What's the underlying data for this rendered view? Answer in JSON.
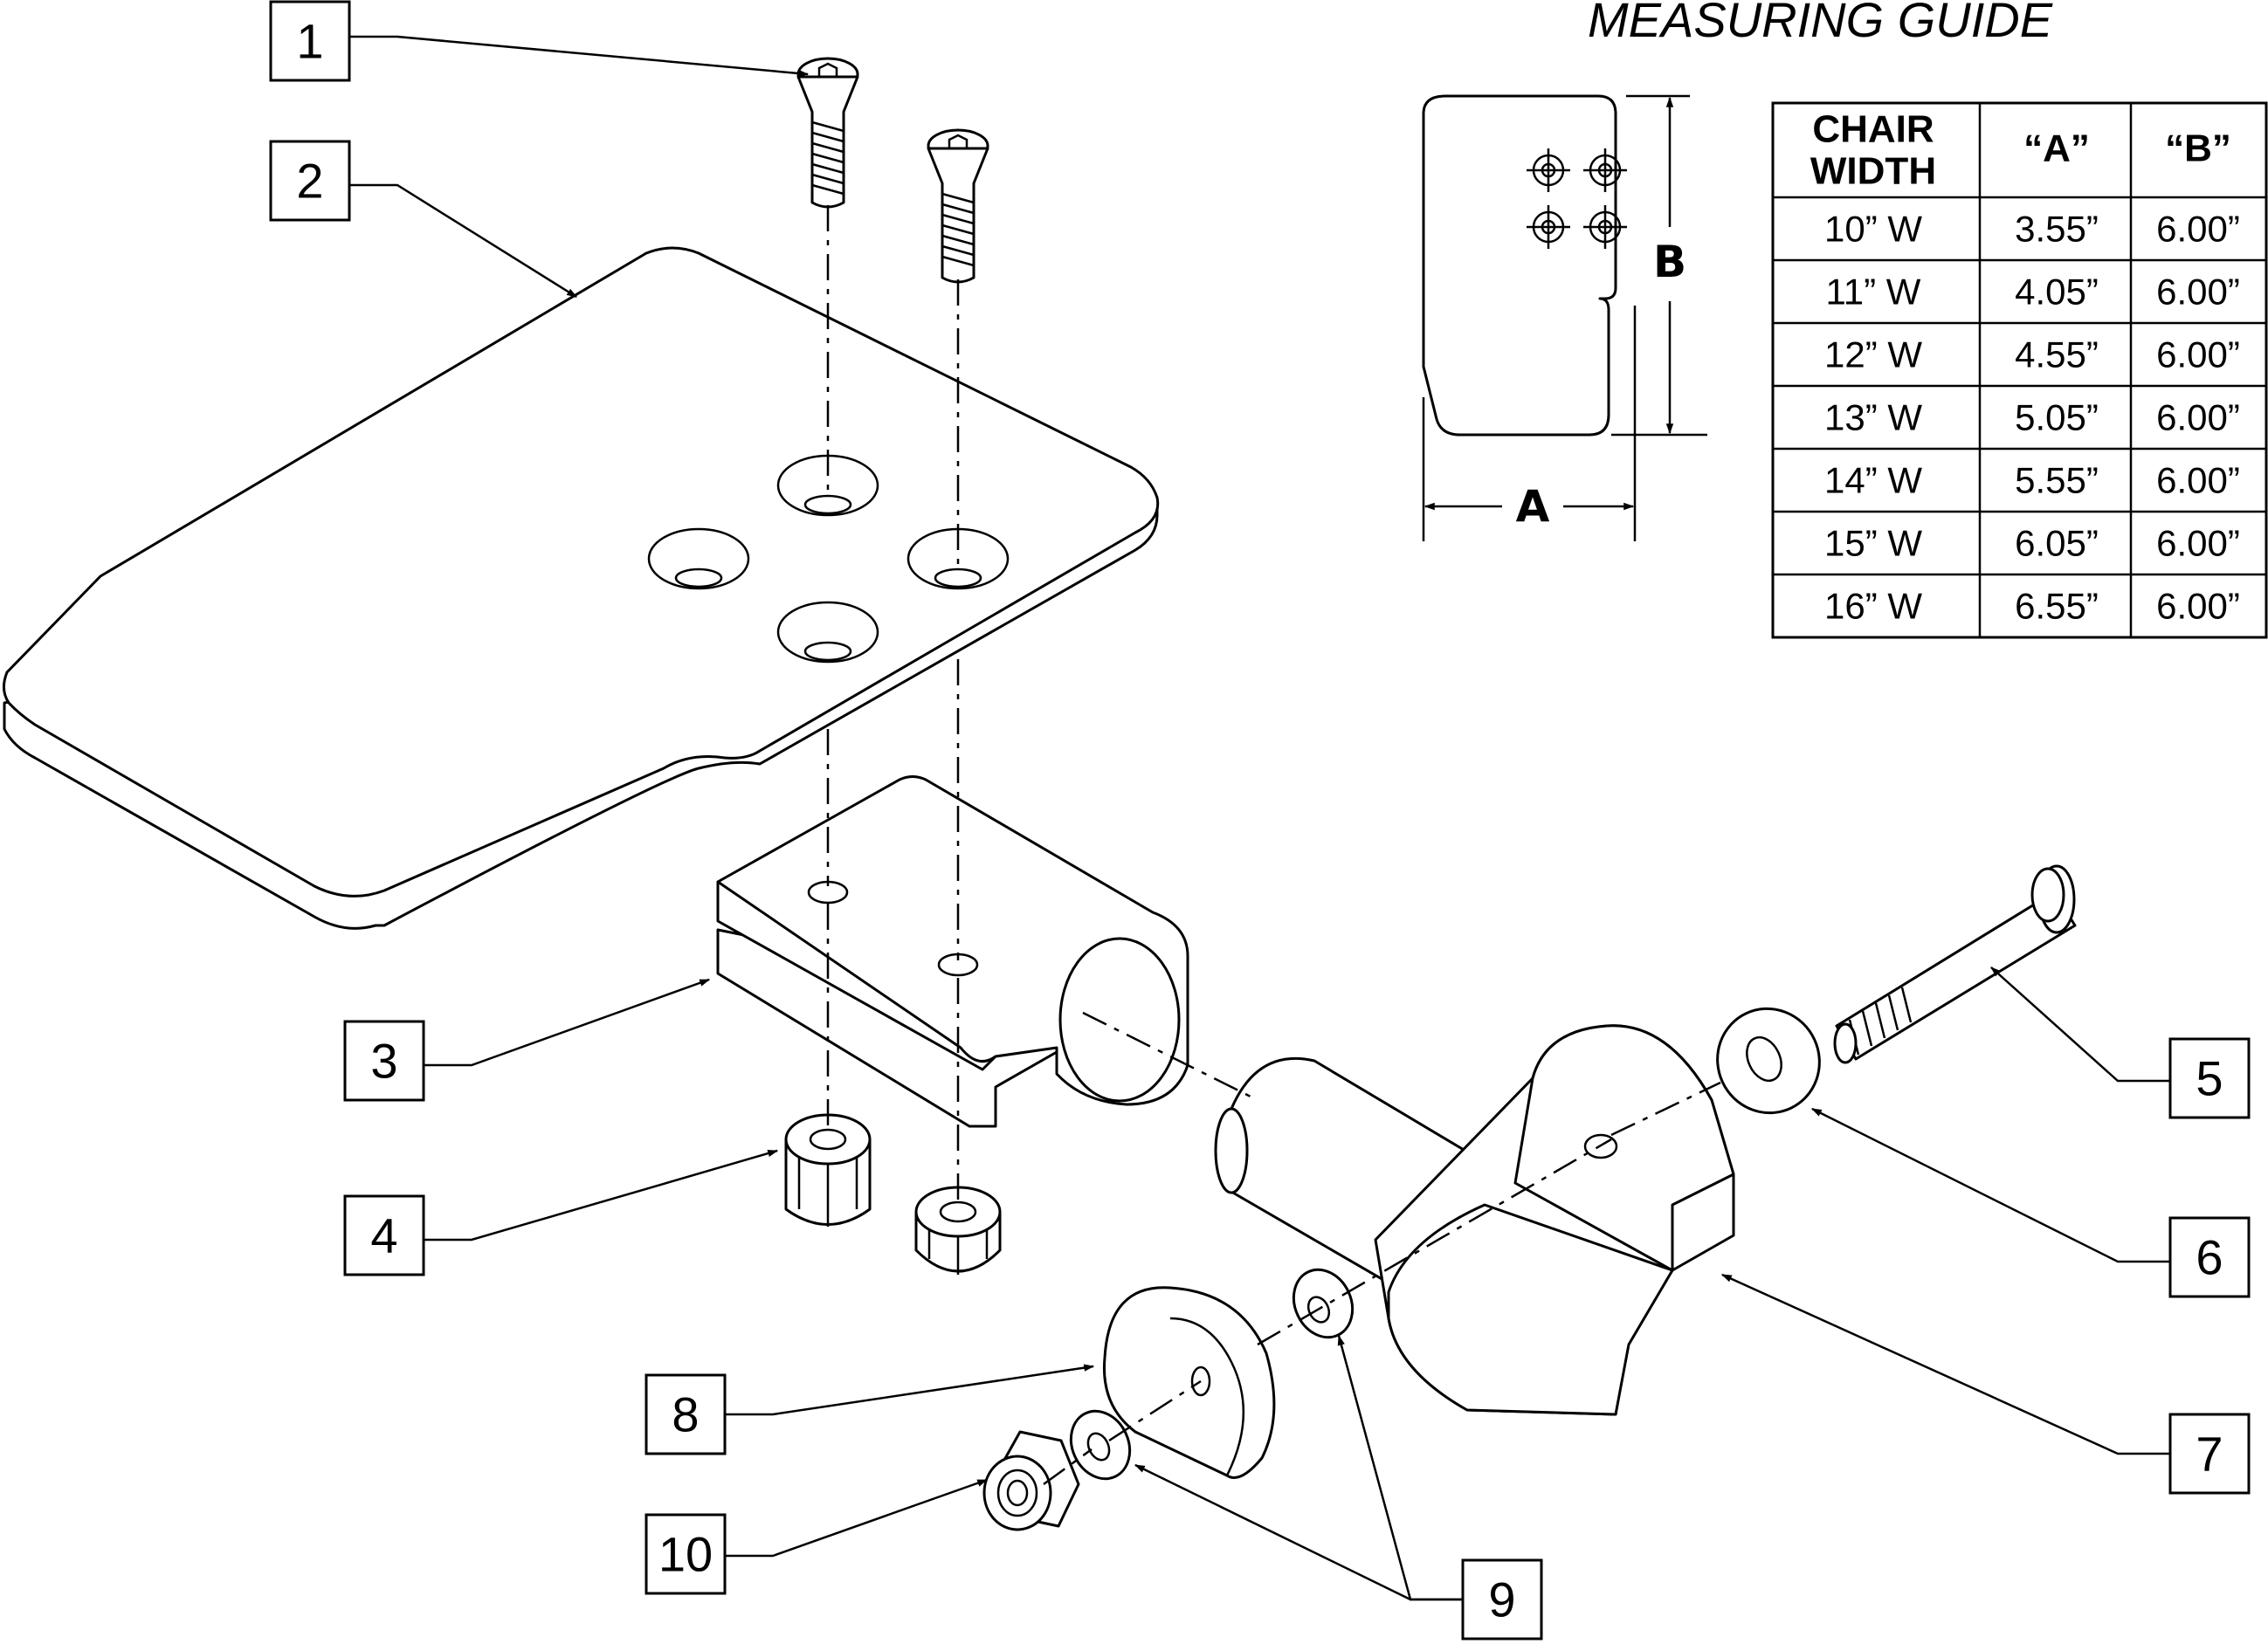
{
  "callouts": [
    "1",
    "2",
    "3",
    "4",
    "5",
    "6",
    "7",
    "8",
    "9",
    "10"
  ],
  "measuring_guide": {
    "title": "MEASURING GUIDE",
    "dim_a": "A",
    "dim_b": "B"
  },
  "size_table": {
    "headers": [
      "CHAIR",
      "WIDTH",
      "“A”",
      "“B”"
    ],
    "rows": [
      [
        "10” W",
        "3.55”",
        "6.00”"
      ],
      [
        "11” W",
        "4.05”",
        "6.00”"
      ],
      [
        "12” W",
        "4.55”",
        "6.00”"
      ],
      [
        "13” W",
        "5.05”",
        "6.00”"
      ],
      [
        "14” W",
        "5.55”",
        "6.00”"
      ],
      [
        "15” W",
        "6.05”",
        "6.00”"
      ],
      [
        "16” W",
        "6.55”",
        "6.00”"
      ]
    ]
  }
}
